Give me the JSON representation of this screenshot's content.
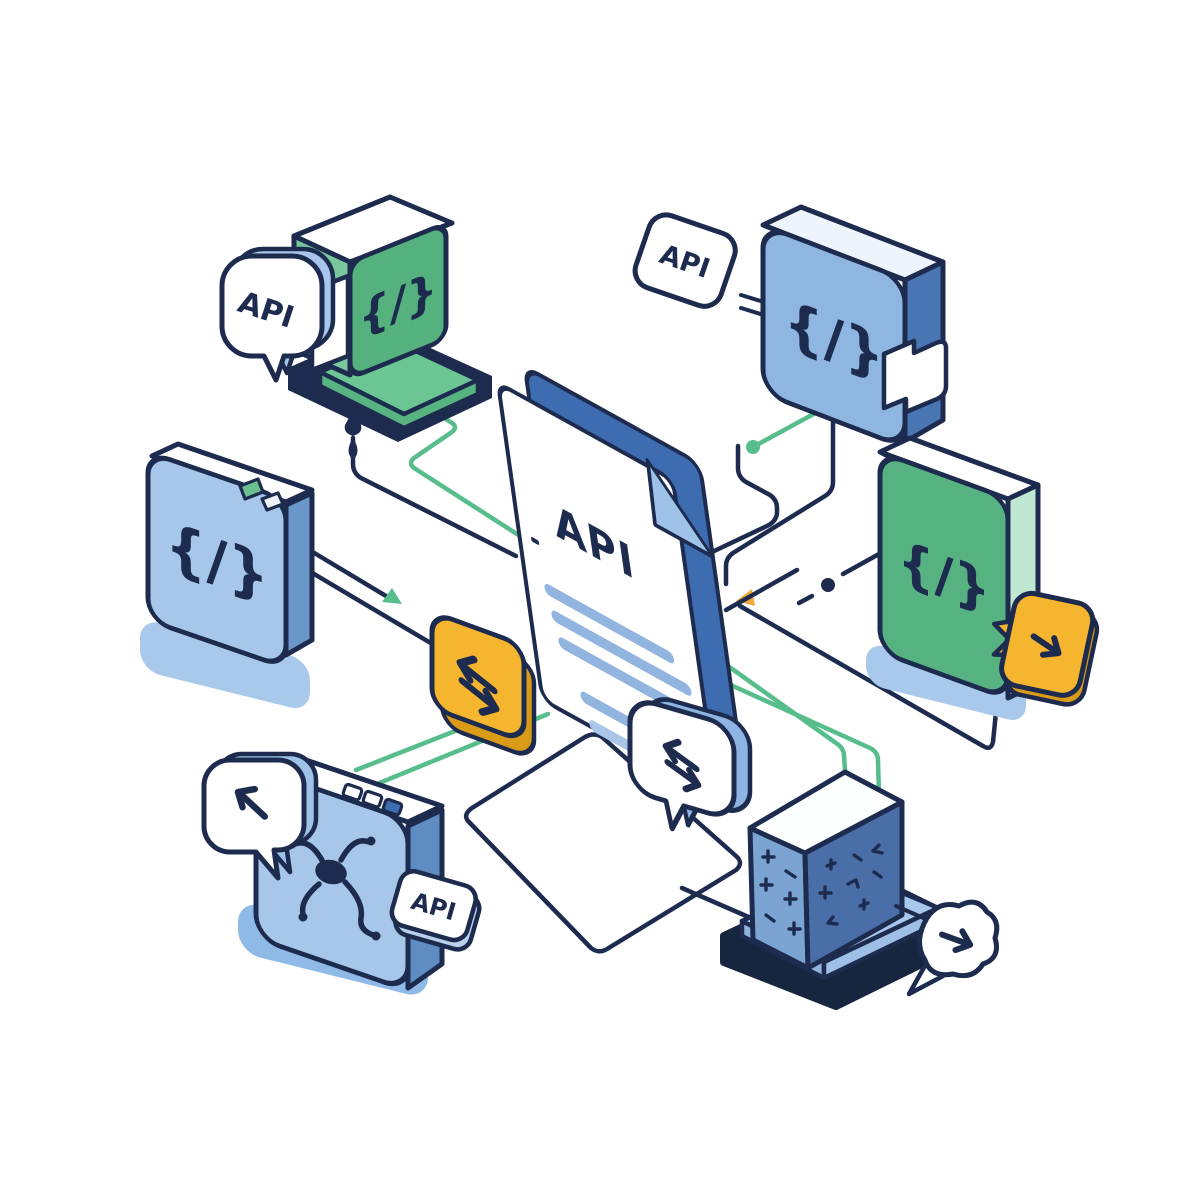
{
  "illustration": {
    "description": "Isometric illustration of API services, document and data exchange",
    "background": "#ffffff",
    "palette": {
      "outline_navy": "#1d2b4f",
      "green_face": "#55b17d",
      "green_mint_side": "#bfe7d2",
      "green_slab": "#5fba84",
      "blue_face_light": "#a6c7e9",
      "blue_face_mid": "#8fb6e0",
      "blue_side_dark": "#4a77b4",
      "blue_side_mid": "#6b97c8",
      "document_blue": "#3e6cb1",
      "fold_blue": "#9ec2e8",
      "text_bar_blue": "#92b5e0",
      "yellow": "#f6b52e",
      "yellow_side": "#da9b17",
      "shadow_blue": "#a9c9ec",
      "line_green": "#56bd8b",
      "arrowhead_yellow": "#f2a93b",
      "server_left_face": "#7ca4d2",
      "server_right_face": "#4a6fa8",
      "base_navy": "#16263f"
    },
    "modules": {
      "top_left_service": {
        "type": "code-module",
        "color": "green",
        "glyph": "{/}",
        "bubble_label": "API"
      },
      "top_right_service": {
        "type": "code-module",
        "color": "blue",
        "glyph": "{/}",
        "tag_label": "API"
      },
      "left_service": {
        "type": "code-module",
        "color": "blue",
        "glyph": "{/}",
        "indicators": 2
      },
      "right_service": {
        "type": "code-module",
        "color": "green",
        "glyph": "{/}",
        "response_tag_icon": "arrow-right"
      },
      "document": {
        "type": "api-document",
        "title": "API",
        "text_lines": 5
      },
      "exchange_badge": {
        "color": "yellow",
        "icon": "bidirectional-arrows"
      },
      "exchange_bubble": {
        "icon": "bidirectional-arrows"
      },
      "network_service": {
        "icon": "network-graph",
        "tag_label": "API",
        "bubble_icon": "arrow-left",
        "indicators": 3
      },
      "server_block": {
        "icon": "plus-grid",
        "bubble_icon": "arrow-right"
      }
    },
    "connectors": {
      "green_lines": 4,
      "navy_lines": 10,
      "dash_dot_line": 1,
      "arrowheads": {
        "green": 1,
        "yellow": 2,
        "navy": 1
      }
    }
  }
}
